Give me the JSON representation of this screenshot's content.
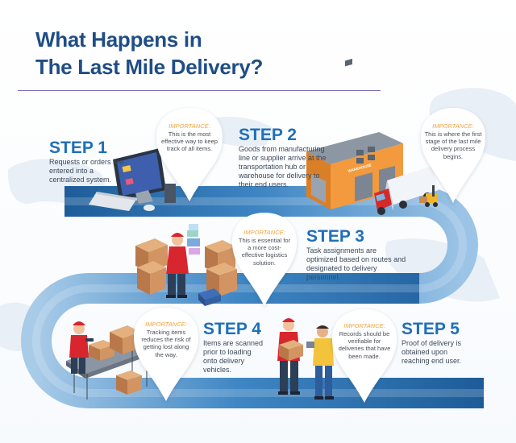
{
  "title": {
    "line1": "What Happens in",
    "line2": "The Last Mile Delivery?"
  },
  "steps": [
    {
      "label": "STEP 1",
      "description": "Requests or orders are entered into a centralized system."
    },
    {
      "label": "STEP 2",
      "description": "Goods from manufacturing line or supplier arrive at the transportation hub or warehouse for delivery to their end users."
    },
    {
      "label": "STEP 3",
      "description": "Task assignments are optimized based on routes and designated to delivery personnel."
    },
    {
      "label": "STEP 4",
      "description": "Items are scanned prior to loading onto delivery vehicles."
    },
    {
      "label": "STEP 5",
      "description": "Proof of delivery is obtained upon reaching end user."
    }
  ],
  "importance_bubbles": [
    {
      "label": "IMPORTANCE:",
      "text": "This is the most effective way to keep track of all items."
    },
    {
      "label": "IMPORTANCE:",
      "text": "This is where the first stage of the last mile delivery process begins."
    },
    {
      "label": "IMPORTANCE:",
      "text": "This is essential for a more cost-effective logistics solution."
    },
    {
      "label": "IMPORTANCE:",
      "text": "Tracking items reduces the risk of getting lost along the way."
    },
    {
      "label": "IMPORTANCE:",
      "text": "Records should be verifiable for deliveries that have been made."
    }
  ],
  "signage": {
    "warehouse": "WAREHOUSE"
  },
  "colors": {
    "title": "#1f4d86",
    "step_heading": "#1f6fb8",
    "importance_label": "#f0a33a",
    "road": "#2f6fa7",
    "road_light": "#dbe7f3",
    "warehouse_wall": "#f29a3d",
    "uniform_red": "#d8262e",
    "box_brown": "#c98a52"
  }
}
